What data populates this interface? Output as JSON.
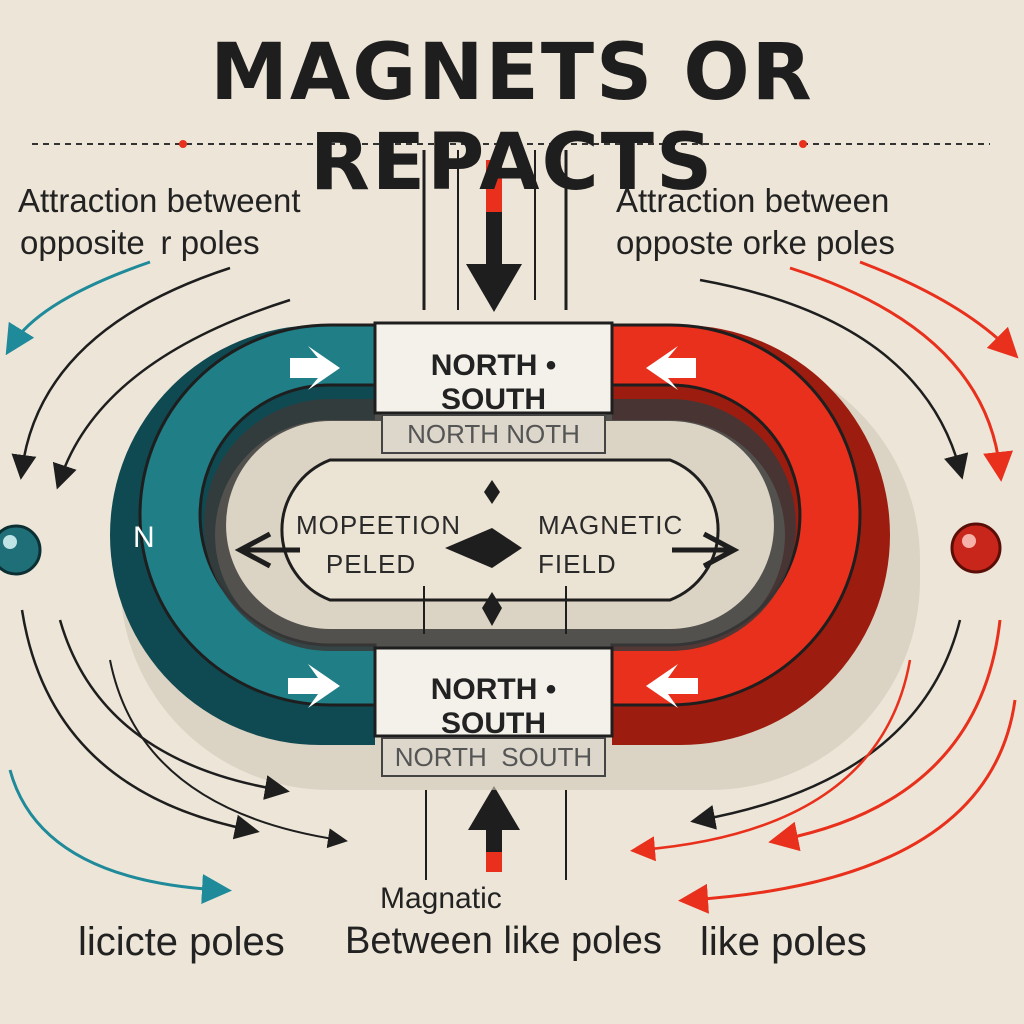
{
  "title": "MAGNETS OR REPACTS",
  "left_heading": [
    "Attraction betweent",
    "opposite  r poles"
  ],
  "right_heading": [
    "Attraction between",
    "opposte orke poles"
  ],
  "pole_marker": "N",
  "top_bar_label": "NORTH • SOUTH",
  "top_bar_sub_label": "NORTH NOTH",
  "bottom_bar_label": "NORTH • SOUTH",
  "bottom_bar_sub_label": "NORTH  SOUTH",
  "center_left_label": [
    "MOPEETION",
    "PELED"
  ],
  "center_right_label": [
    "MAGNETIC",
    "FIELD"
  ],
  "bottom_center_top": "Magnatic",
  "bottom_center": "Between like poles",
  "bottom_left": "licicte poles",
  "bottom_right": "like poles",
  "colors": {
    "background": "#ede6d8",
    "north_pole": "#1f7e86",
    "south_pole": "#e8301c",
    "ink": "#1e1e1e"
  }
}
